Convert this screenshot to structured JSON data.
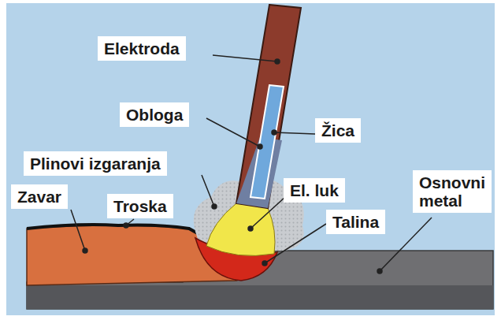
{
  "diagram": {
    "labels": [
      "Elektroda",
      "Obloga",
      "Žica",
      "Plinovi izgaranja",
      "Zavar",
      "Troska",
      "El. luk",
      "Osnovni metal",
      "Talina"
    ]
  }
}
